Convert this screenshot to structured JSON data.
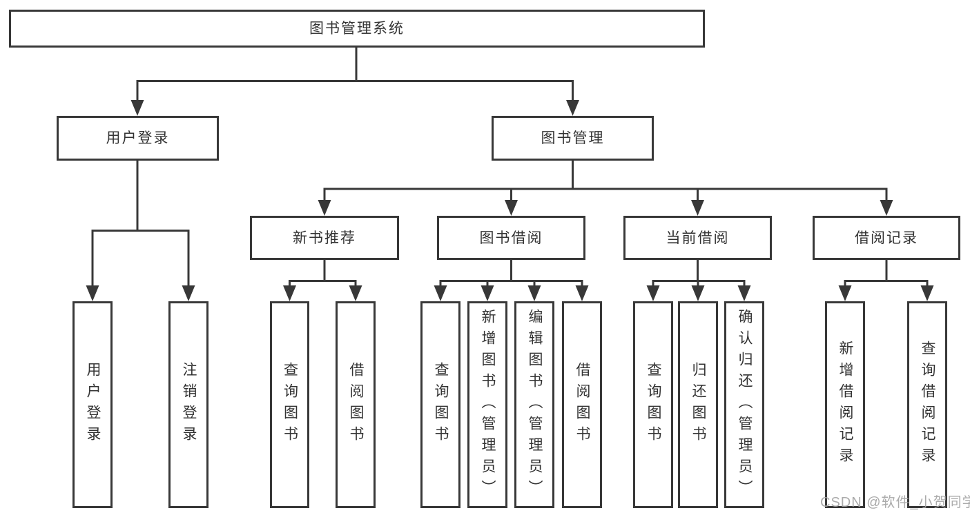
{
  "diagram": {
    "root": {
      "label": "图书管理系统"
    },
    "level2": [
      {
        "label": "用户登录",
        "children": [
          {
            "label": "用户登录"
          },
          {
            "label": "注销登录"
          }
        ]
      },
      {
        "label": "图书管理",
        "children": [
          {
            "label": "新书推荐",
            "children": [
              {
                "label": "查询图书"
              },
              {
                "label": "借阅图书"
              }
            ]
          },
          {
            "label": "图书借阅",
            "children": [
              {
                "label": "查询图书"
              },
              {
                "label": "新增图书（管理员）"
              },
              {
                "label": "编辑图书（管理员）"
              },
              {
                "label": "借阅图书"
              }
            ]
          },
          {
            "label": "当前借阅",
            "children": [
              {
                "label": "查询图书"
              },
              {
                "label": "归还图书"
              },
              {
                "label": "确认归还（管理员）"
              }
            ]
          },
          {
            "label": "借阅记录",
            "children": [
              {
                "label": "新增借阅记录"
              },
              {
                "label": "查询借阅记录"
              }
            ]
          }
        ]
      }
    ]
  },
  "watermark": {
    "text": "CSDN @软件_小贺同学"
  },
  "colors": {
    "line": "#383838",
    "box_border": "#383838",
    "text": "#333333",
    "background": "#ffffff",
    "watermark": "#a4a4a4"
  }
}
